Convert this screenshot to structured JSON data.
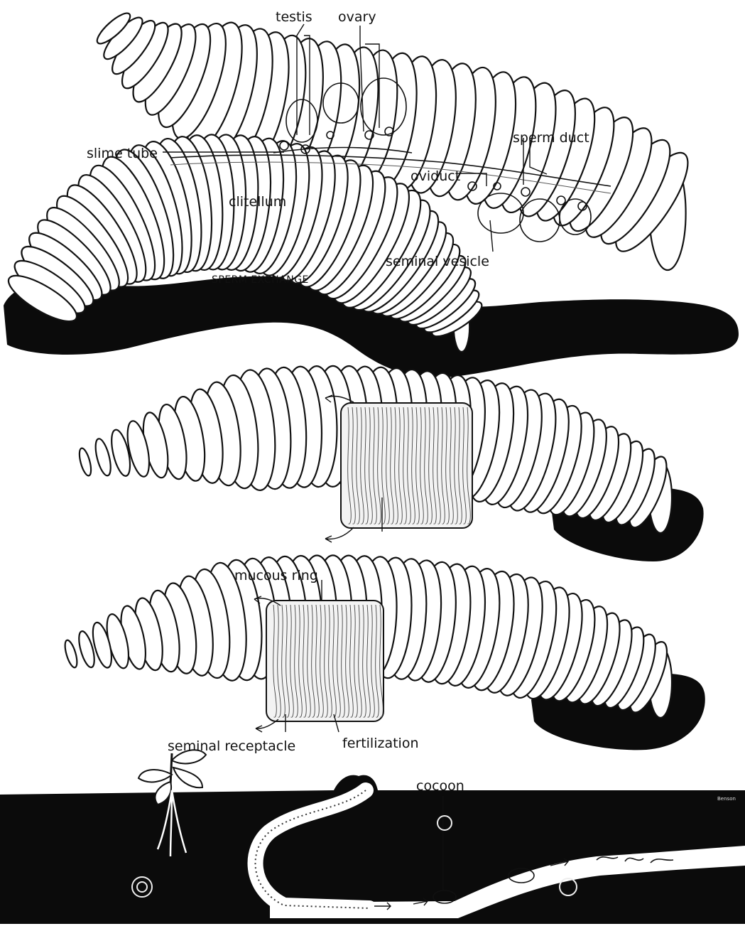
{
  "panel_sperm_exchange": {
    "labels": {
      "testis": "testis",
      "ovary": "ovary",
      "slime_tube": "slime tube",
      "sperm_duct": "sperm duct",
      "oviduct": "oviduct",
      "clitellum": "clitellum",
      "seminal_vesicle": "seminal vesicle"
    },
    "caption": "SPERM EXCHANGE"
  },
  "panel_ring_formation": {
    "labels": {}
  },
  "panel_fertilization": {
    "labels": {
      "mucous_ring": "mucous ring",
      "seminal_receptacle": "seminal receptacle",
      "fertilization": "fertilization"
    }
  },
  "panel_cocoon": {
    "labels": {
      "cocoon": "cocoon"
    },
    "signature": "Benson"
  }
}
